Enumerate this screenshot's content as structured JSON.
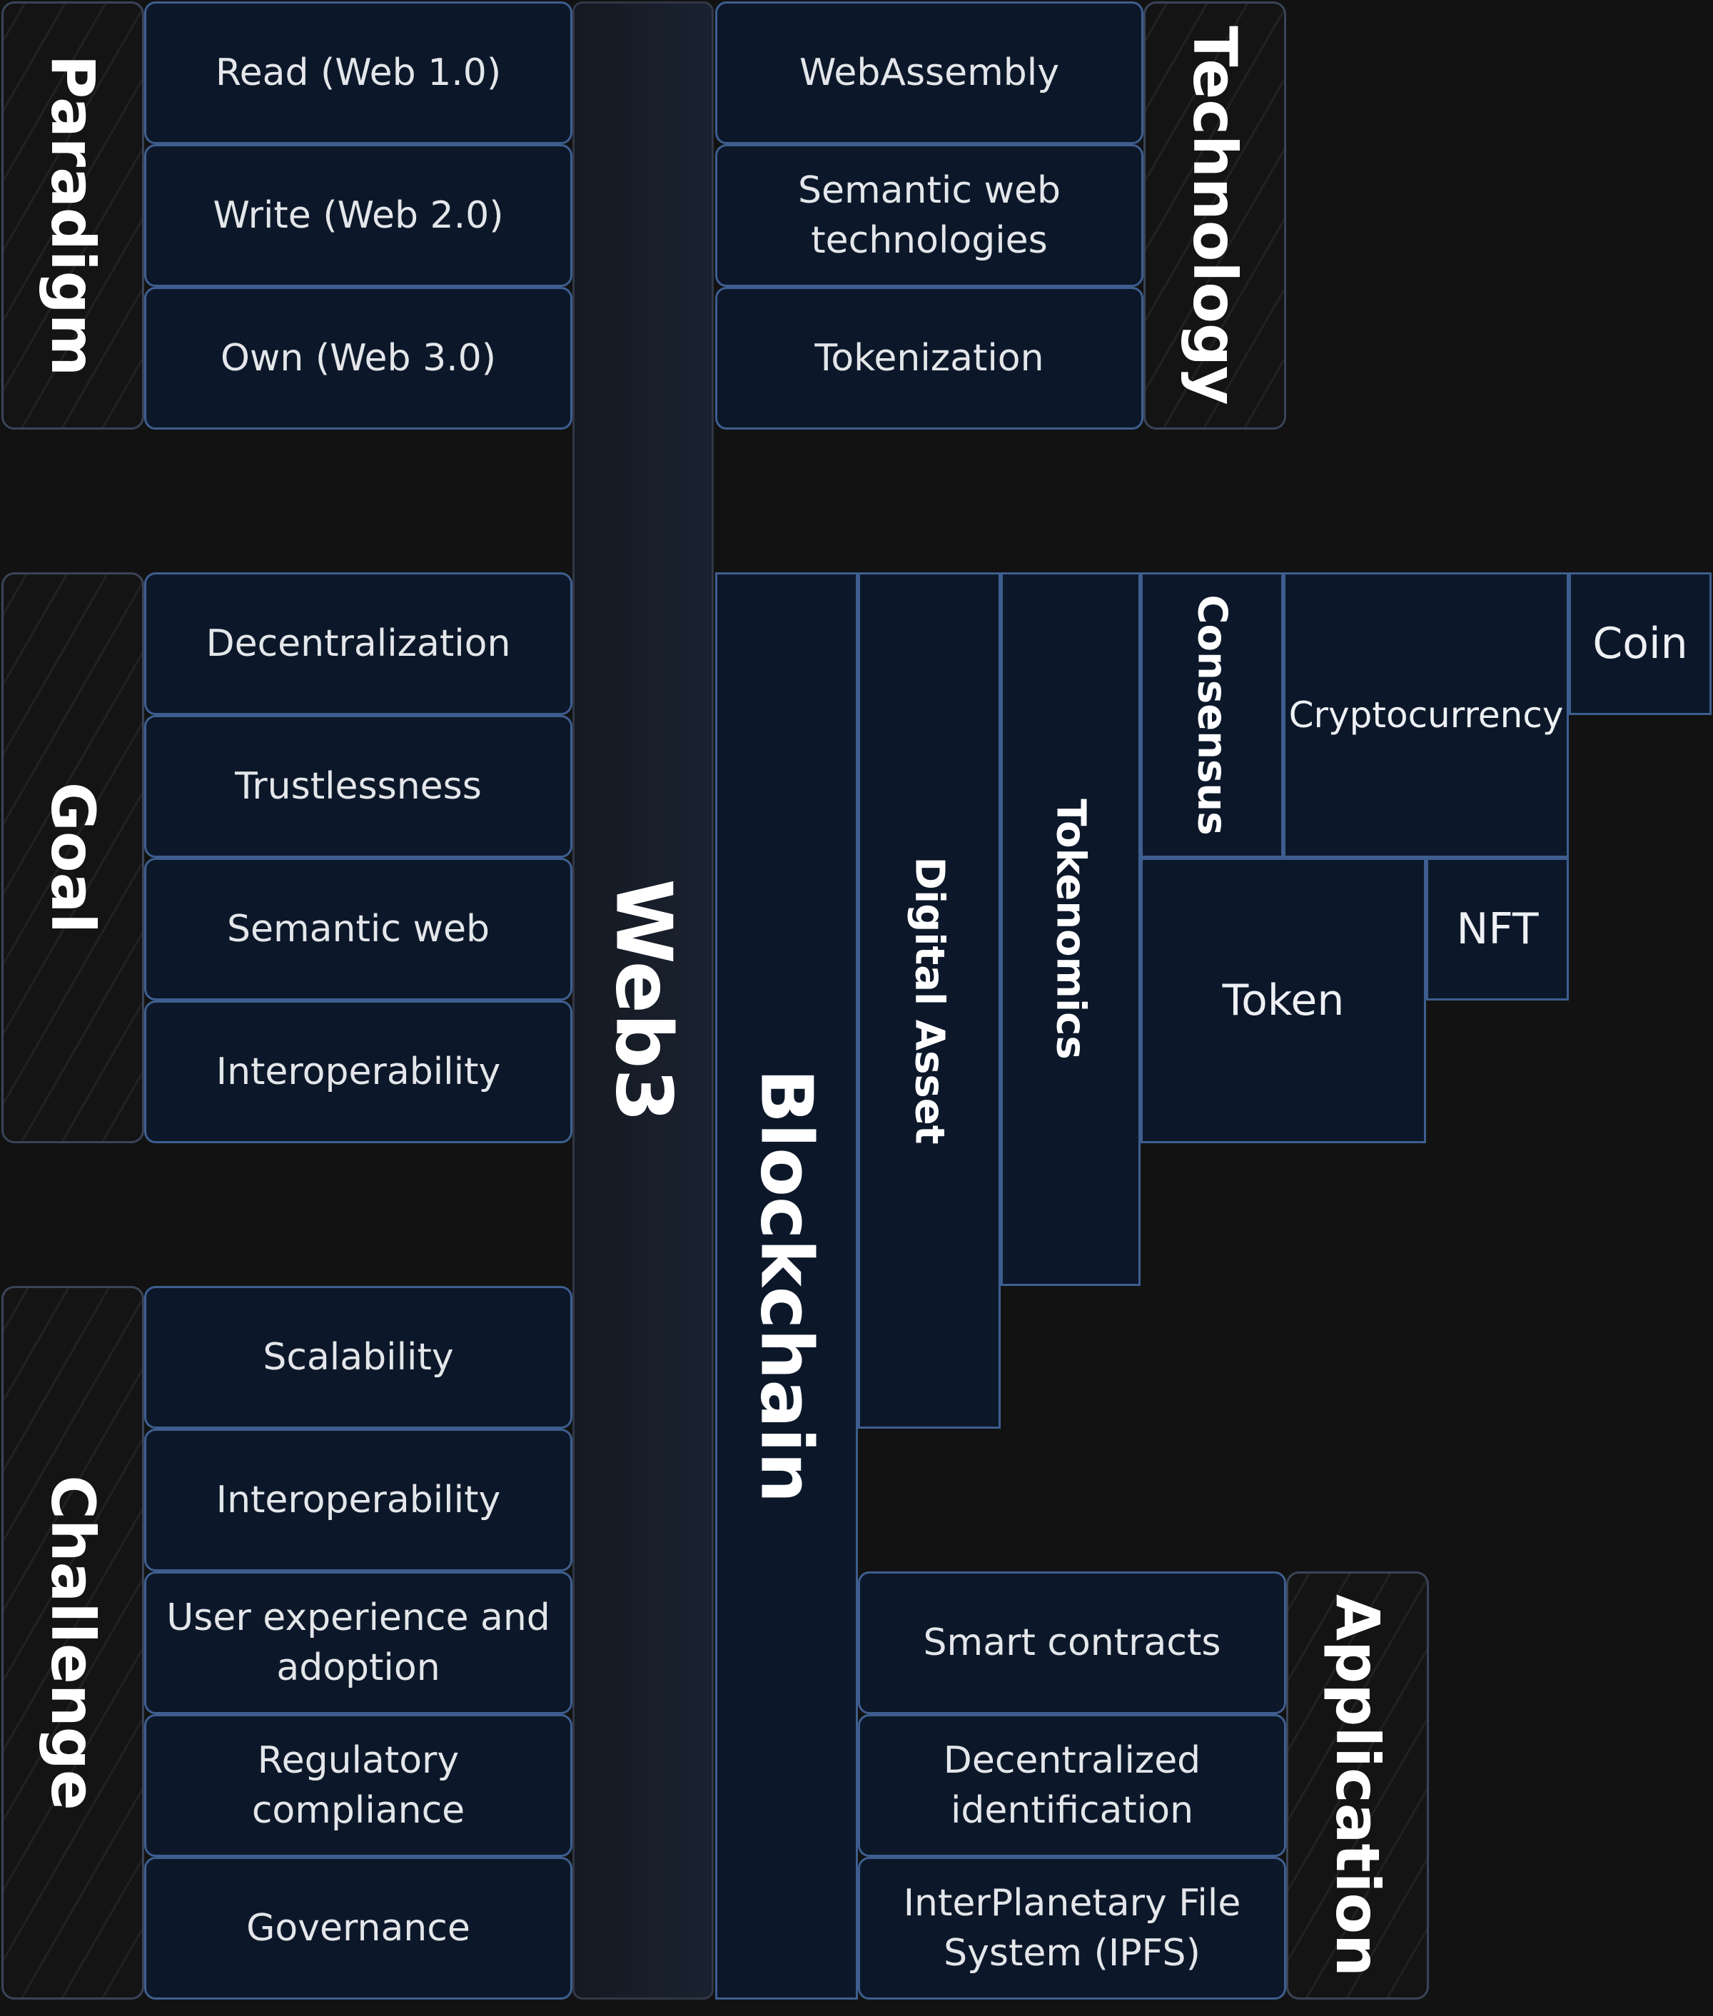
{
  "hub": {
    "label": "Web3"
  },
  "paradigm": {
    "label": "Paradigm",
    "items": [
      "Read (Web 1.0)",
      "Write (Web 2.0)",
      "Own (Web 3.0)"
    ]
  },
  "goal": {
    "label": "Goal",
    "items": [
      "Decentralization",
      "Trustlessness",
      "Semantic web",
      "Interoperability"
    ]
  },
  "challenge": {
    "label": "Challenge",
    "items": [
      "Scalability",
      "Interoperability",
      "User experience and adoption",
      "Regulatory compliance",
      "Governance"
    ]
  },
  "technology": {
    "label": "Technology",
    "items": [
      "WebAssembly",
      "Semantic web technologies",
      "Tokenization"
    ]
  },
  "blockchain": {
    "label": "Blockchain",
    "digital_asset": "Digital Asset",
    "tokenomics": "Tokenomics",
    "consensus": "Consensus",
    "cryptocurrency": "Cryptocurrency",
    "coin": "Coin",
    "token": "Token",
    "nft": "NFT"
  },
  "application": {
    "label": "Application",
    "items": [
      "Smart contracts",
      "Decentralized identification",
      "InterPlanetary File System (IPFS)"
    ]
  }
}
